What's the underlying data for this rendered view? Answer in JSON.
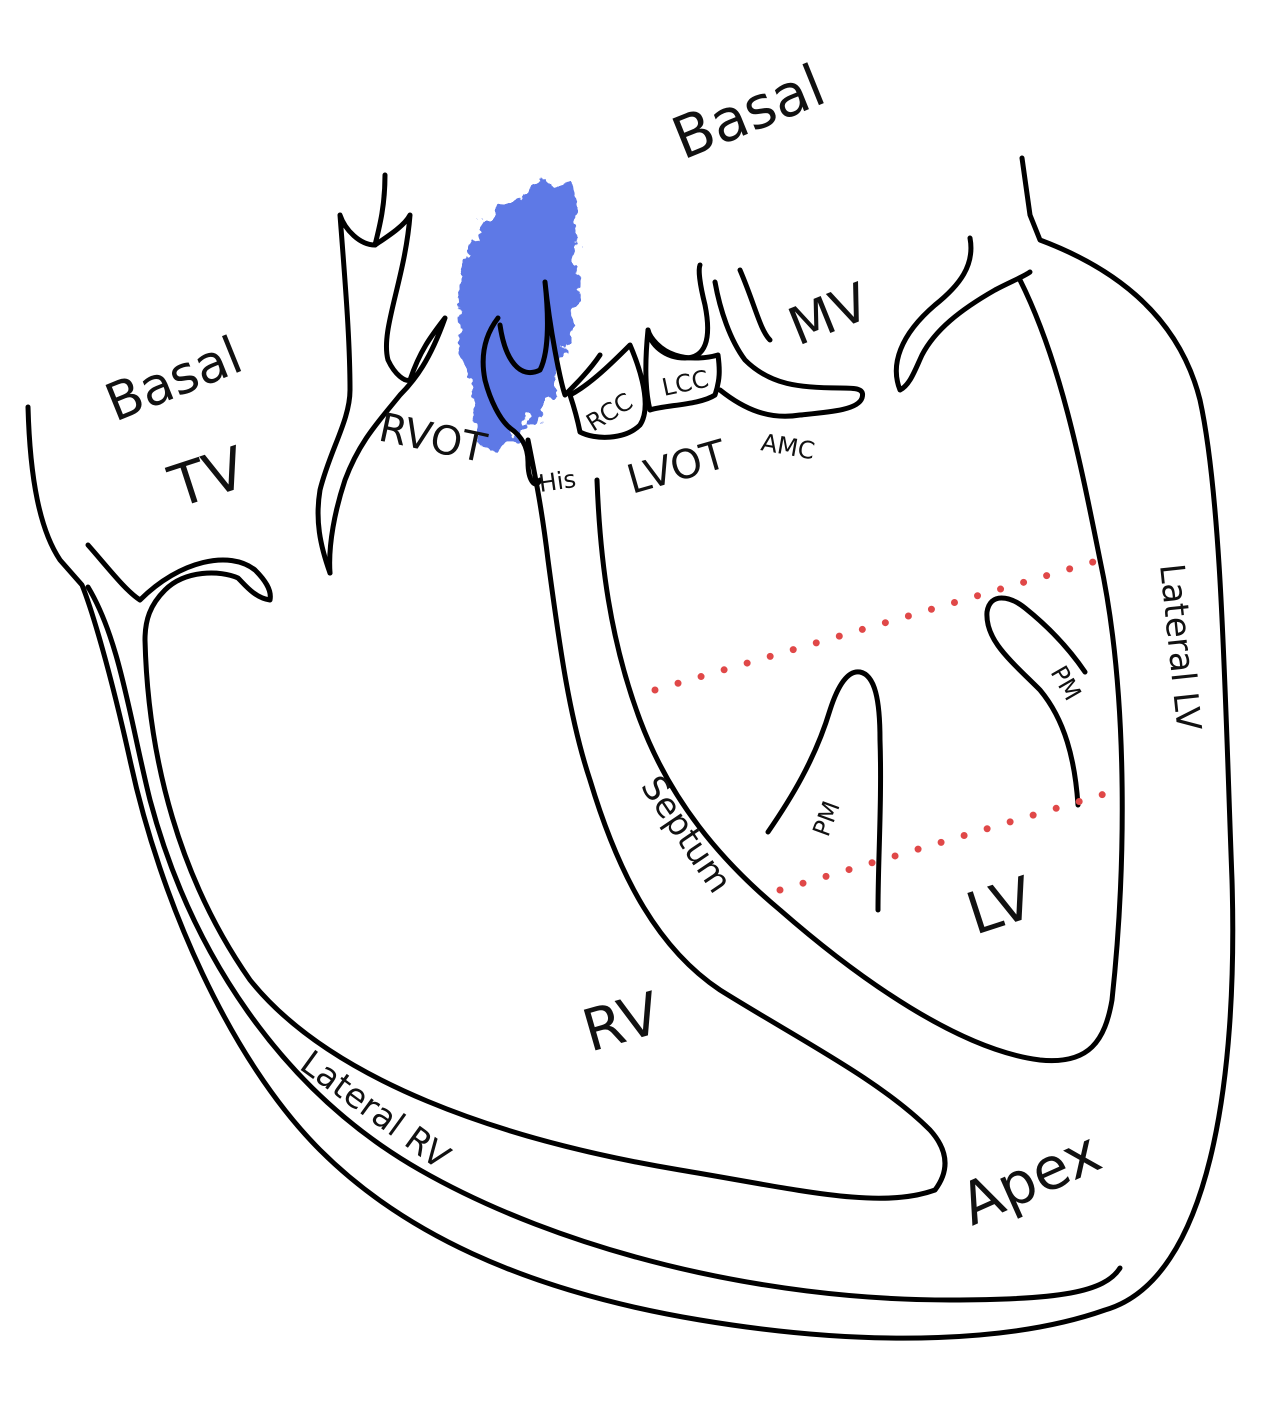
{
  "labels": {
    "basal_top": "Basal",
    "basal_left": "Basal",
    "tv": "TV",
    "rvot": "RVOT",
    "his": "His",
    "rcc": "RCC",
    "lcc": "LCC",
    "lvot": "LVOT",
    "amc": "AMC",
    "mv": "MV",
    "lateral_lv": "Lateral LV",
    "pm_left": "PM",
    "pm_right": "PM",
    "septum": "Septum",
    "lv": "LV",
    "rv": "RV",
    "apex": "Apex",
    "lateral_rv": "Lateral RV"
  },
  "colors": {
    "highlight": "#3a5ae0",
    "outline": "#000000",
    "dotted_lines": "#e04848"
  }
}
